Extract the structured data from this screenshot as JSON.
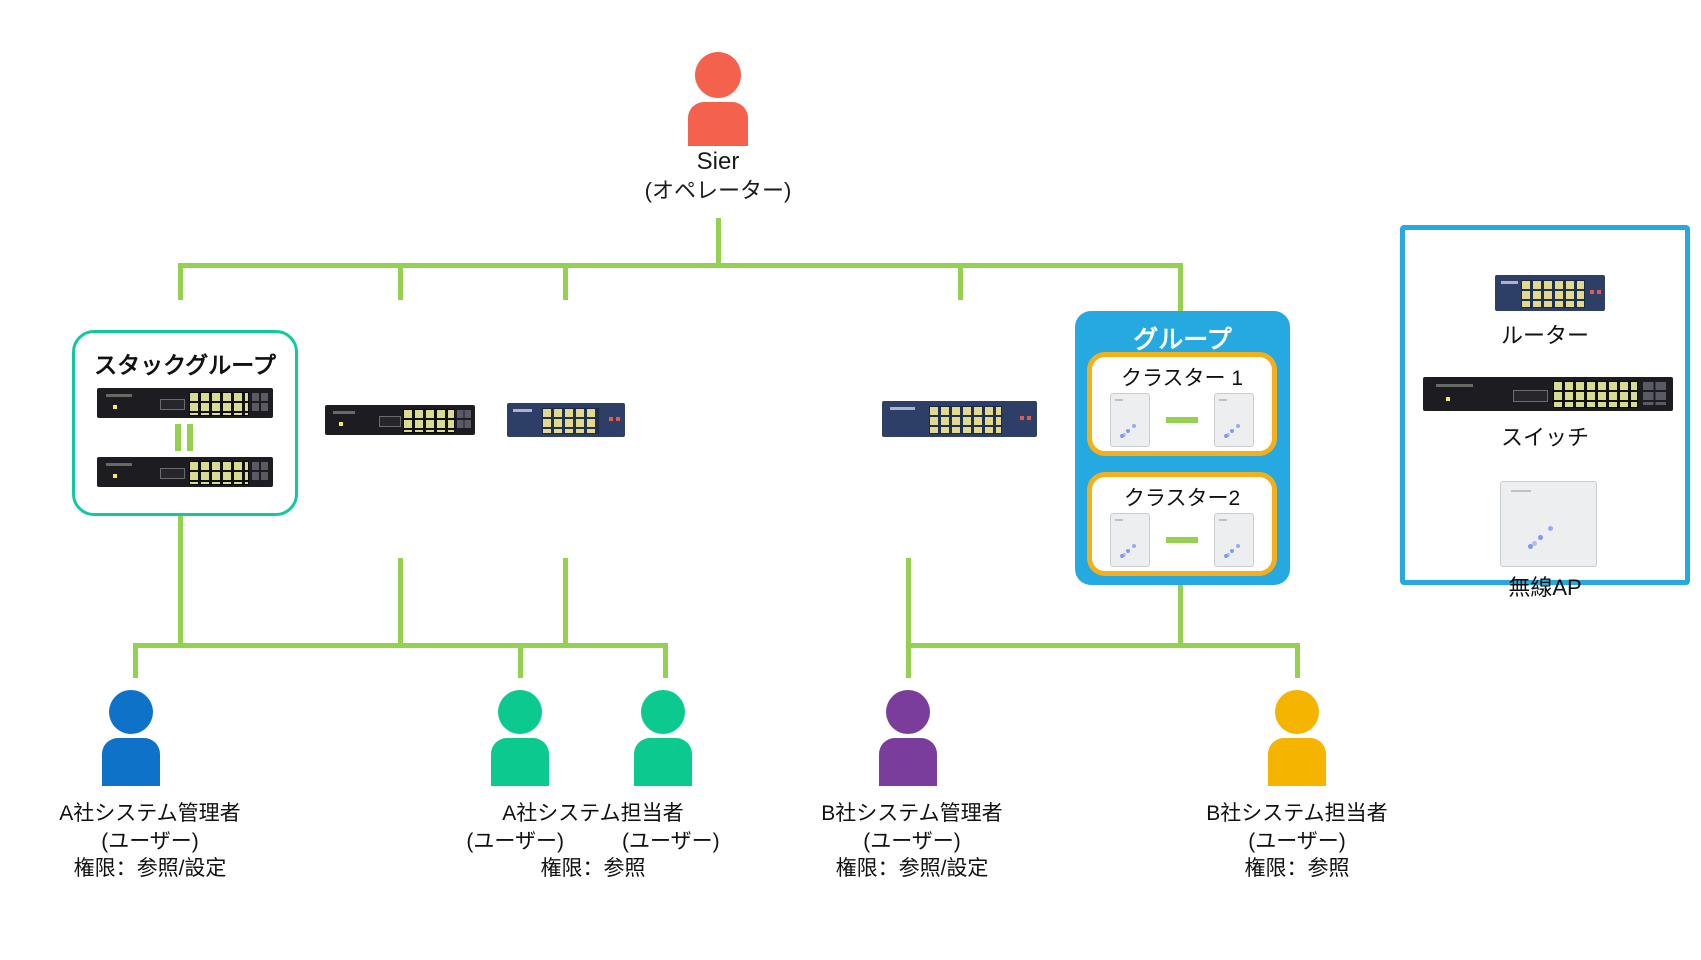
{
  "colors": {
    "connector": "#93D14E",
    "stack-border": "#10C99E",
    "group-bg": "#25A9E0",
    "cluster-border": "#F5AF1B",
    "legend-border": "#25A9E0",
    "sier": "#F4614D",
    "user-a-admin": "#0E72C8",
    "user-a-staff": "#0CC98F",
    "user-b-admin": "#7A3D9B",
    "user-b-staff": "#F4B400"
  },
  "sier": {
    "name": "Sier",
    "role": "(オペレーター)"
  },
  "stack_group": {
    "title": "スタックグループ"
  },
  "group": {
    "title": "グループ",
    "clusters": [
      {
        "label": "クラスター 1"
      },
      {
        "label": "クラスター2"
      }
    ]
  },
  "legend": {
    "items": [
      {
        "label": "ルーター"
      },
      {
        "label": "スイッチ"
      },
      {
        "label": "無線AP"
      }
    ]
  },
  "users": [
    {
      "name": "A社システム管理者",
      "roles": [
        "(ユーザー)"
      ],
      "permission": "権限：参照/設定"
    },
    {
      "name": "A社システム担当者",
      "roles": [
        "(ユーザー)",
        "(ユーザー)"
      ],
      "permission": "権限：参照"
    },
    {
      "name": "B社システム管理者",
      "roles": [
        "(ユーザー)"
      ],
      "permission": "権限：参照/設定"
    },
    {
      "name": "B社システム担当者",
      "roles": [
        "(ユーザー)"
      ],
      "permission": "権限：参照"
    }
  ]
}
